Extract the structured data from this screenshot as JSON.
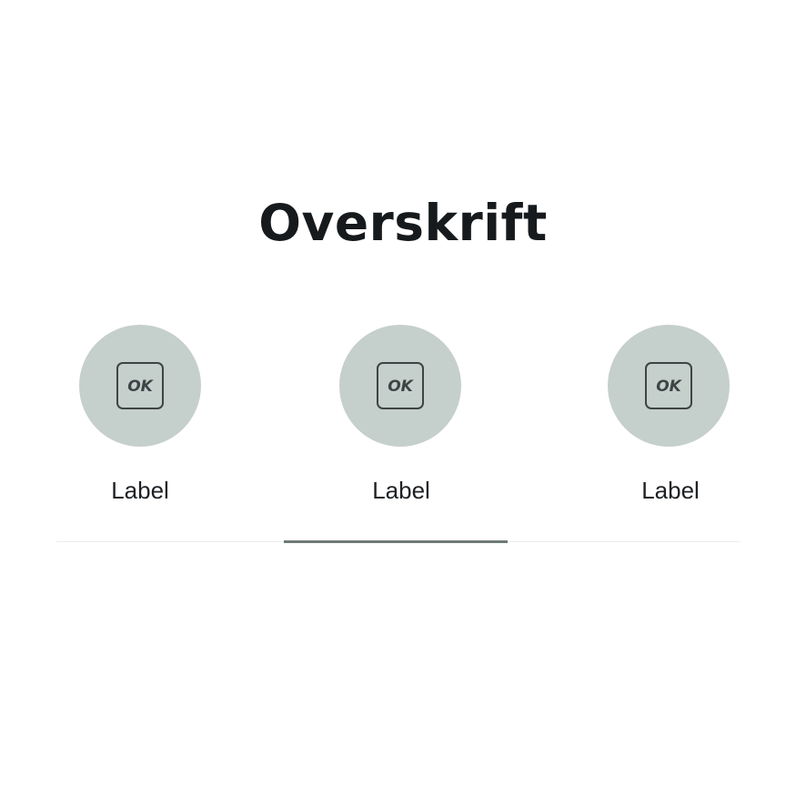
{
  "header": {
    "title": "Overskrift"
  },
  "colors": {
    "circle": "#c5cfcb",
    "icon": "#3e4446",
    "indicator": "#6e7a78",
    "text": "#161a1c"
  },
  "tabs": [
    {
      "label": "Label",
      "icon": "ok-logo-icon",
      "icon_text": "OK",
      "selected": false
    },
    {
      "label": "Label",
      "icon": "ok-logo-icon",
      "icon_text": "OK",
      "selected": true
    },
    {
      "label": "Label",
      "icon": "ok-logo-icon",
      "icon_text": "OK",
      "selected": false
    }
  ]
}
